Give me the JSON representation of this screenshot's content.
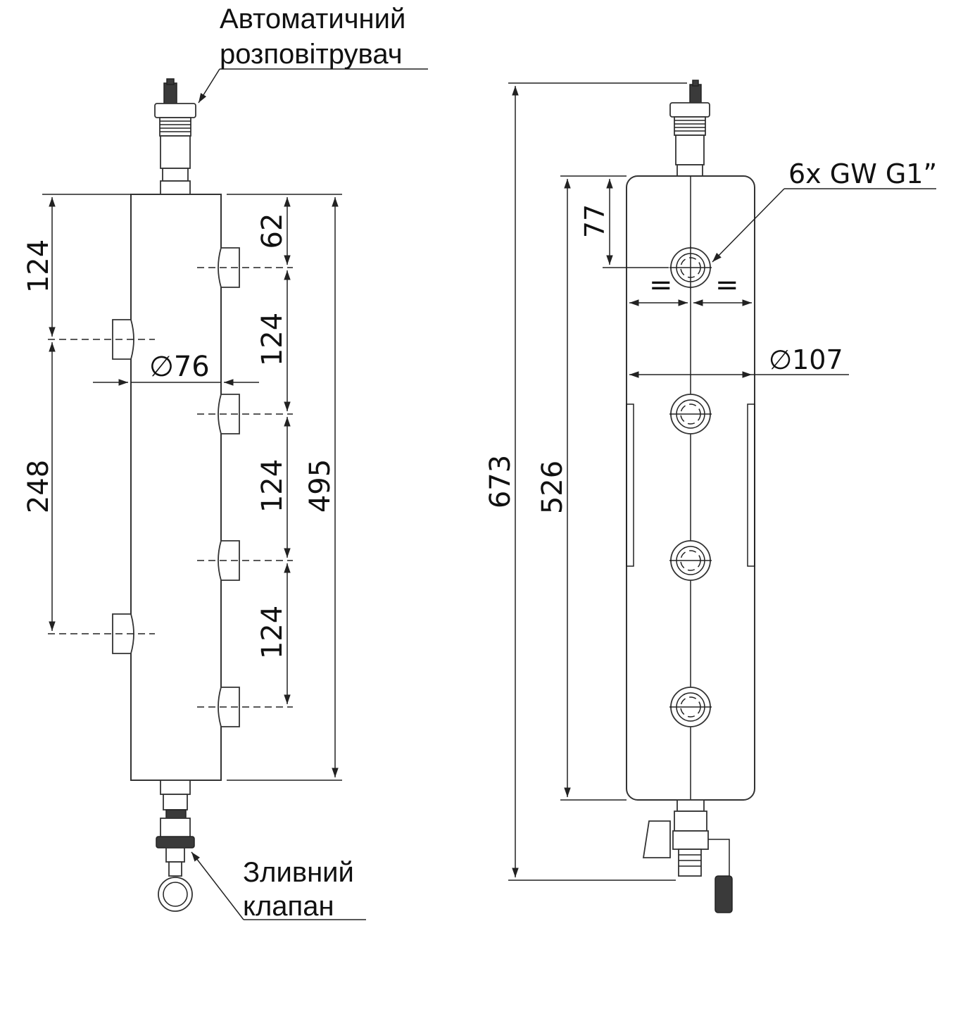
{
  "callouts": {
    "air_vent_line1": "Автоматичний",
    "air_vent_line2": "розповітрувач",
    "drain_line1": "Зливний",
    "drain_line2": "клапан",
    "connections": "6x GW G1”"
  },
  "left_view": {
    "dim_top_left": "124",
    "dim_mid_left": "248",
    "dim_top_right": "62",
    "dim_spacing_1": "124",
    "dim_spacing_2": "124",
    "dim_spacing_3": "124",
    "dim_body_height": "495",
    "dim_diameter": "∅76"
  },
  "right_view": {
    "dim_total_height": "673",
    "dim_body_height": "526",
    "dim_top_offset": "77",
    "dim_diameter": "∅107",
    "equal_mark_left": "=",
    "equal_mark_right": "="
  }
}
